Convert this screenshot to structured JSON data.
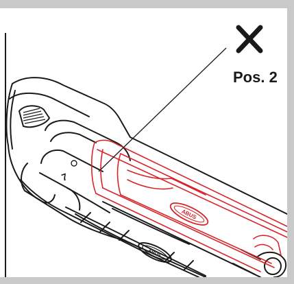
{
  "figure": {
    "marker_symbol": "✕",
    "position_label": "Pos. 2",
    "engraved_number": "7",
    "brand_mark_top": "ABUS",
    "brand_mark_bottom": "ABUS"
  },
  "colors": {
    "page_border": "#c9c9c9",
    "background": "#ffffff",
    "ink": "#1a1a1a",
    "highlight": "#d8232a"
  },
  "icons": {
    "marker": "cross-icon"
  }
}
